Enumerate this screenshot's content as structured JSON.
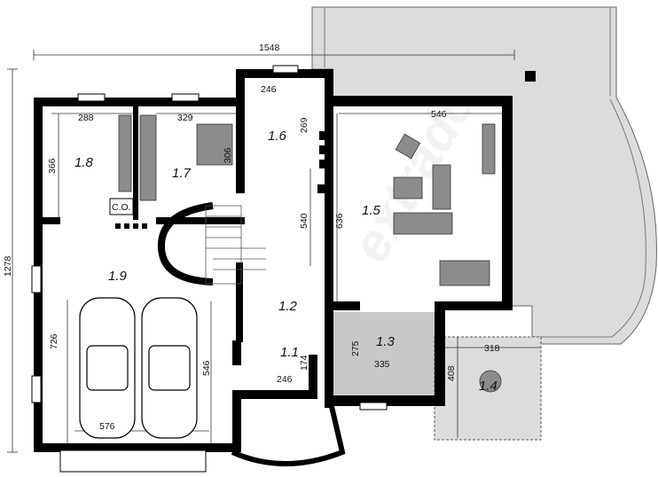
{
  "rooms": {
    "r11": "1.1",
    "r12": "1.2",
    "r13": "1.3",
    "r14": "1.4",
    "r15": "1.5",
    "r16": "1.6",
    "r17": "1.7",
    "r18": "1.8",
    "r19": "1.9"
  },
  "dimensions": {
    "overall_width": "1548",
    "overall_height": "1278",
    "d288": "288",
    "d329": "329",
    "d246_top": "246",
    "d269": "269",
    "d306": "306",
    "d366": "366",
    "d546_top": "546",
    "d636": "636",
    "d540": "540",
    "d726": "726",
    "d546_left": "546",
    "d576": "576",
    "d174": "174",
    "d246_bottom": "246",
    "d275": "275",
    "d335": "335",
    "d318": "318",
    "d408": "408"
  },
  "labels": {
    "chimney": "C.O."
  },
  "watermark": "extradom",
  "colors": {
    "wall": "#000000",
    "terrace": "#dcdcdc",
    "tile": "#c0c0c0",
    "furniture": "#8c8c8c",
    "dim_line": "#333333"
  }
}
